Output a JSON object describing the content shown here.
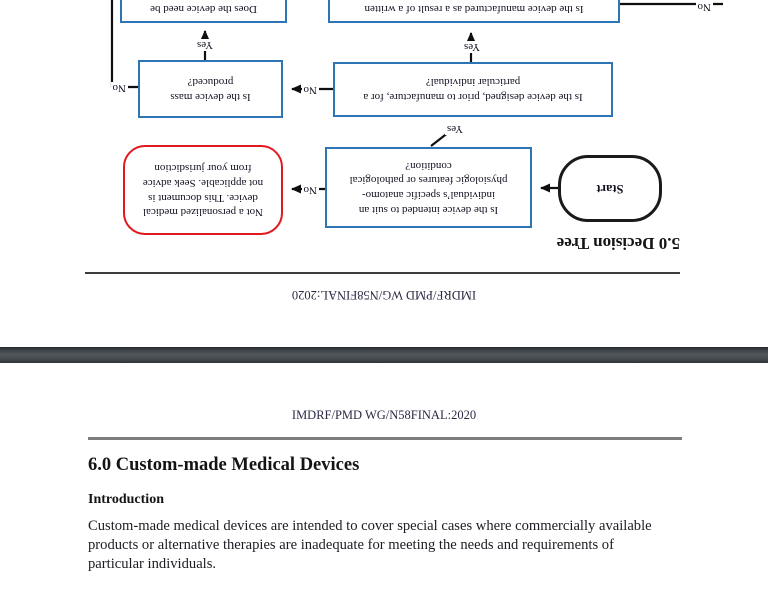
{
  "page1": {
    "header": "IMDRF/PMD WG/N58FINAL:2020",
    "section_title": "5.0 Decision Tree",
    "flowchart": {
      "start_label": "Start",
      "q_intended": {
        "lines": [
          "Is the device intended to suit an",
          "individual’s specific anatomo-",
          "physiologic features or pathological",
          "condition?"
        ]
      },
      "q_designed": {
        "lines": [
          "Is the device designed, prior to manufacture, for a",
          "particular individual?"
        ]
      },
      "q_manufactured": {
        "lines": [
          "Is the device manufactured as a result of a written"
        ]
      },
      "q_mass": {
        "lines": [
          "Is the device mass",
          "produced?"
        ]
      },
      "q_need": {
        "lines": [
          "Does the device need be"
        ]
      },
      "not_applicable": {
        "lines": [
          "Not a personalized medical",
          "device. This document is",
          "not applicable.  Seek advice",
          "from your jurisdiction"
        ]
      },
      "labels": {
        "yes_intended": "Yes",
        "yes_designed": "Yes",
        "yes_mass": "Yes",
        "no_intended": "No",
        "no_designed": "No",
        "no_mass": "No",
        "no_manufactured": "No"
      }
    }
  },
  "page2": {
    "header": "IMDRF/PMD WG/N58FINAL:2020",
    "section_title": "6.0 Custom-made Medical Devices",
    "subsection_title": "Introduction",
    "body": {
      "lines": [
        "Custom-made medical devices are intended to cover special cases where commercially available",
        "products or alternative therapies are inadequate for meeting the needs and requirements of",
        "particular individuals."
      ]
    }
  },
  "colors": {
    "question_box_border": "#2e75b6",
    "alert_box_border": "#e0191f",
    "separator_bar": "#42474b"
  }
}
